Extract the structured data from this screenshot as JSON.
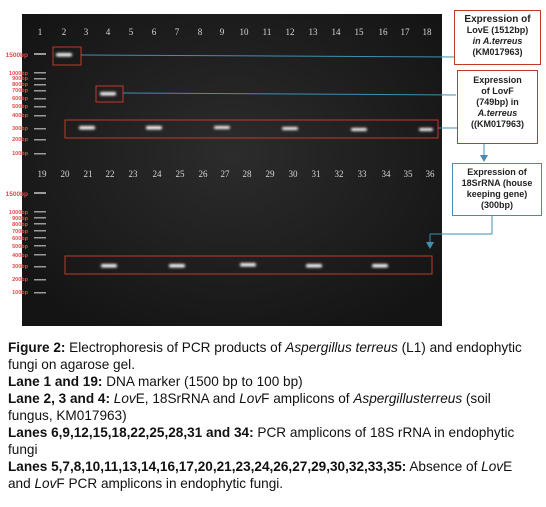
{
  "gel": {
    "top_lane_numbers": [
      "1",
      "2",
      "3",
      "4",
      "5",
      "6",
      "7",
      "8",
      "9",
      "10",
      "11",
      "12",
      "13",
      "14",
      "15",
      "16",
      "17",
      "18"
    ],
    "bottom_lane_numbers": [
      "19",
      "20",
      "21",
      "22",
      "23",
      "24",
      "25",
      "26",
      "27",
      "28",
      "29",
      "30",
      "31",
      "32",
      "33",
      "34",
      "35",
      "36"
    ],
    "marker_labels": [
      "1500bp",
      "1000bp",
      "900bp",
      "800bp",
      "700bp",
      "600bp",
      "500bp",
      "400bp",
      "300bp",
      "200bp",
      "100bp"
    ]
  },
  "callouts": {
    "lovE": [
      "Expression of",
      "LovE (1512bp)",
      "in A.terreus",
      "(KM017963)"
    ],
    "lovF": [
      "Expression",
      "of LovF",
      "(749bp) in",
      "A.terreus",
      "((KM017963)"
    ],
    "rrna": [
      "Expression of",
      "18SrRNA (house",
      "keeping gene)",
      "(300bp)"
    ]
  },
  "caption": {
    "fig_label": "Figure 2:",
    "fig_t1": " Electrophoresis of PCR products of ",
    "fig_species": "Aspergillus terreus",
    "fig_t2": " (L1) and endophytic fungi on agarose gel.",
    "lane1_label": "Lane 1 and 19:",
    "lane1_text": " DNA marker (1500 bp to 100 bp)",
    "lane2_label": "Lane 2, 3 and 4:",
    "lane2_lovE": "Lov",
    "lane2_t1": "E, 18SrRNA and ",
    "lane2_lovF": "Lov",
    "lane2_t2": "F amplicons of ",
    "lane2_species": "Aspergillusterreus",
    "lane2_t3": " (soil fungus, KM017963)",
    "lane3_label": "Lanes 6,9,12,15,18,22,25,28,31 and 34:",
    "lane3_text": " PCR amplicons of 18S rRNA in endophytic fungi",
    "lane4_label": "Lanes 5,7,8,10,11,13,14,16,17,20,21,23,24,26,27,29,30,32,33,35:",
    "lane4_t1": " Absence of ",
    "lane4_lovE": "Lov",
    "lane4_t2": "E and ",
    "lane4_lovF": "Lov",
    "lane4_t3": "F PCR amplicons in endophytic fungi."
  }
}
